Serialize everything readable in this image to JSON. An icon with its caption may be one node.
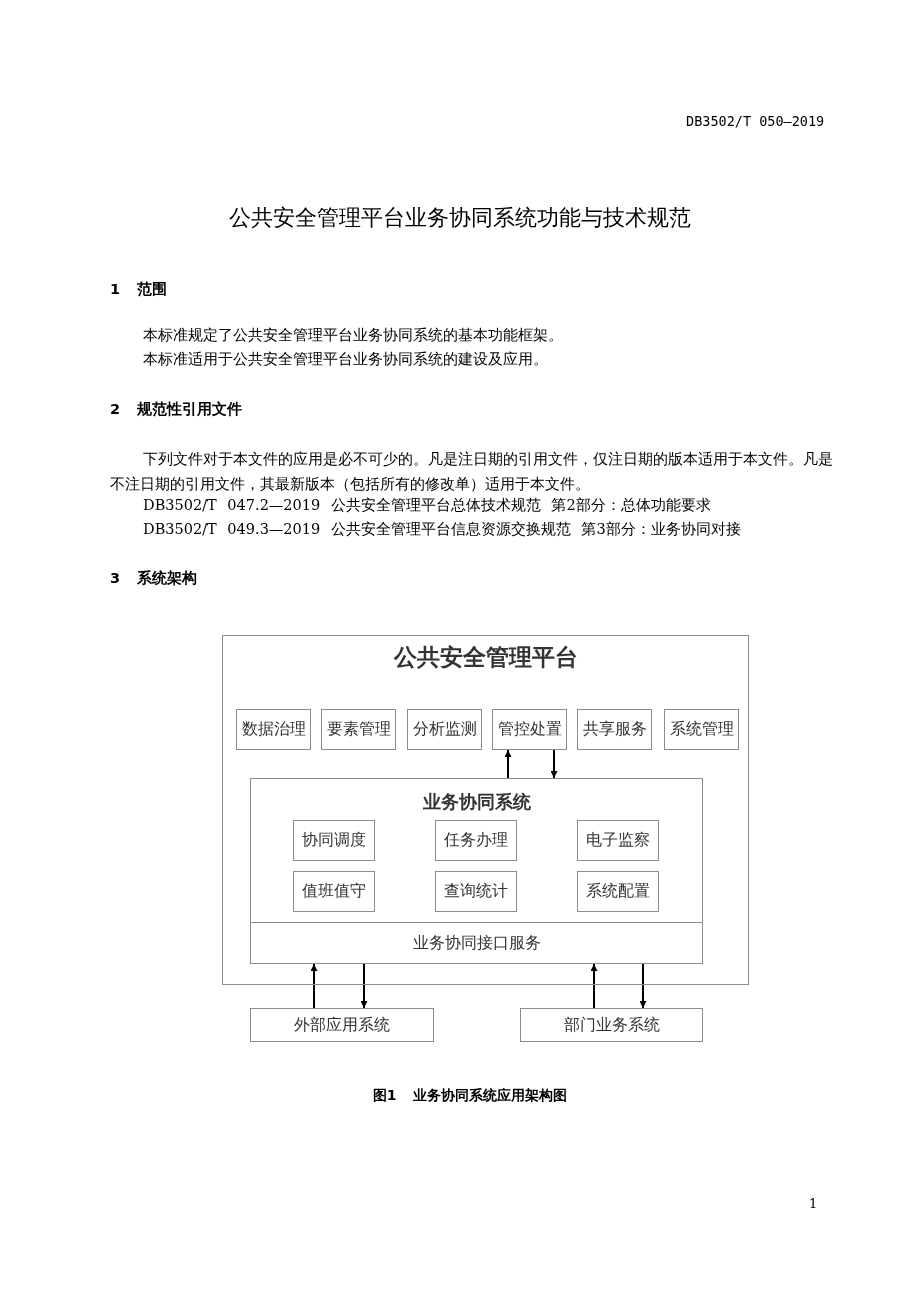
{
  "diagram": {
    "title": "公共安全管理平台业务协同系统功能与技术规范",
    "caption": "图1 业务协同系统应用架构图",
    "nodes": [
      {
        "text": [
          "公共安全管理平台"
        ]
      },
      {
        "text": [
          "数据治理"
        ],
        "in": 0
      },
      {
        "text": [
          "要素管理"
        ],
        "in": 0
      },
      {
        "text": [
          "分析监测"
        ],
        "in": 0
      },
      {
        "text": [
          "管控处置"
        ],
        "in": 0
      },
      {
        "text": [
          "共享服务"
        ],
        "in": 0
      },
      {
        "text": [
          "系统管理"
        ],
        "in": 0
      },
      {
        "text": [
          "业务协同系统"
        ],
        "in": 0
      },
      {
        "text": [
          "协同调度"
        ],
        "in": 7
      },
      {
        "text": [
          "任务办理"
        ],
        "in": 7
      },
      {
        "text": [
          "电子监察"
        ],
        "in": 7
      },
      {
        "text": [
          "值班值守"
        ],
        "in": 7
      },
      {
        "text": [
          "查询统计"
        ],
        "in": 7
      },
      {
        "text": [
          "系统配置"
        ],
        "in": 7
      },
      {
        "text": [
          "业务协同接口服务"
        ],
        "in": 7
      },
      {
        "text": [
          "外部应用系统"
        ]
      },
      {
        "text": [
          "部门业务系统"
        ]
      }
    ],
    "edges": [
      {
        "from": 7,
        "to": 4,
        "arrow": "to"
      },
      {
        "from": 4,
        "to": 7,
        "arrow": "to"
      },
      {
        "from": 15,
        "to": 14,
        "arrow": "to"
      },
      {
        "from": 14,
        "to": 15,
        "arrow": "to"
      },
      {
        "from": 16,
        "to": 14,
        "arrow": "to"
      },
      {
        "from": 14,
        "to": 16,
        "arrow": "to"
      }
    ],
    "labels": [
      "DB3502/T 050—2019",
      "1 范围",
      "本标准规定了公共安全管理平台业务协同系统的基本功能框架。",
      "本标准适用于公共安全管理平台业务协同系统的建设及应用。",
      "2 规范性引用文件",
      "下列文件对于本文件的应用是必不可少的。凡是注日期的引用文件，仅注日期的版本适用于本文件。凡是不注日期的引用文件，其最新版本（包括所有的修改单）适用于本文件。",
      "DB3502/T 047.2—2019 公共安全管理平台总体技术规范 第2部分：总体功能要求",
      "DB3502/T 049.3—2019 公共安全管理平台信息资源交换规范 第3部分：业务协同对接",
      "3 系统架构",
      "1"
    ]
  }
}
